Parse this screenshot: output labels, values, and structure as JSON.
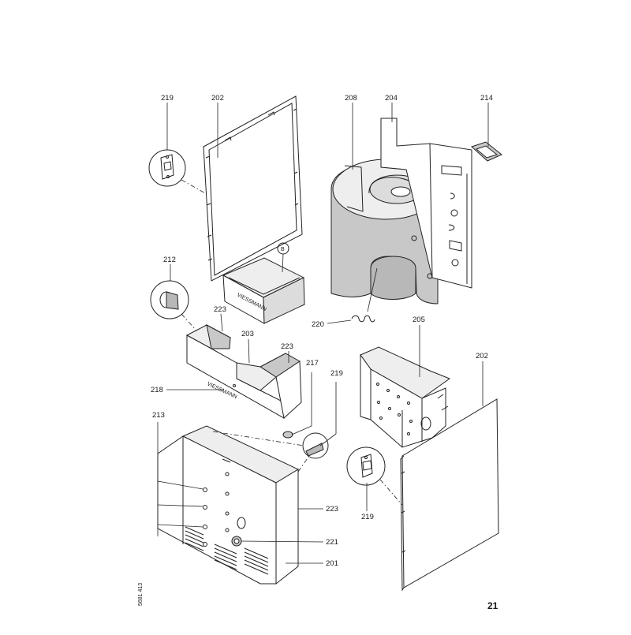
{
  "labels": {
    "p219a": "219",
    "p202a": "202",
    "p208": "208",
    "p204": "204",
    "p214": "214",
    "p212": "212",
    "pB": "B",
    "p223a": "223",
    "p203": "203",
    "p223b": "223",
    "p220": "220",
    "p205": "205",
    "p202b": "202",
    "p217": "217",
    "p219b": "219",
    "p218": "218",
    "p213": "213",
    "p219c": "219",
    "p223c": "223",
    "p221": "221",
    "p201": "201"
  },
  "page_number": "21",
  "document_number": "5681 413"
}
